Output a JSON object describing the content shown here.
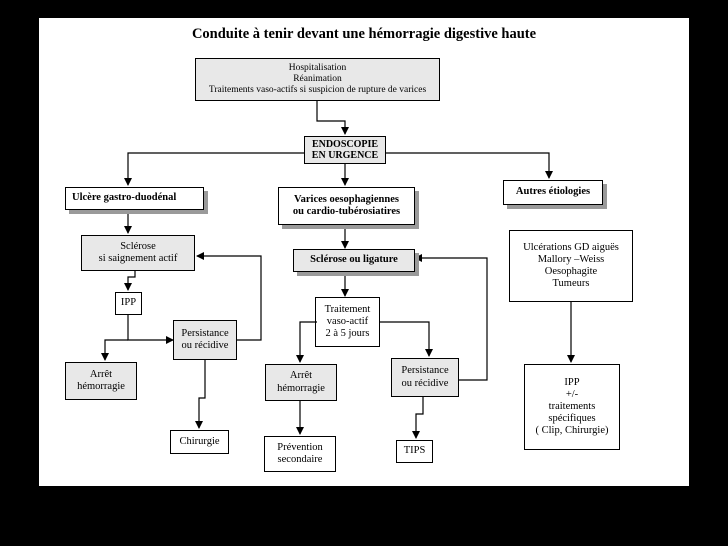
{
  "title": "Conduite à tenir devant une hémorragie digestive haute",
  "nodes": {
    "hospitalisation": "Hospitalisation\nRéanimation\nTraitements vaso-actifs si suspicion de rupture de varices",
    "endoscopie": "ENDOSCOPIE\nEN URGENCE",
    "ulcere": "Ulcère gastro-duodénal",
    "varices": "Varices oesophagiennes\nou cardio-tubérosiatires",
    "autres": "Autres étiologies",
    "sclerose_ulcere": "Sclérose\nsi saignement actif",
    "ipp": "IPP",
    "persistance_ulcere": "Persistance\nou récidive",
    "arret_ulcere": "Arrêt\nhémorragie",
    "chirurgie": "Chirurgie",
    "sclerose_ligature": "Sclérose ou ligature",
    "traitement_vaso": "Traitement\nvaso-actif\n2 à 5 jours",
    "arret_varices": "Arrêt\nhémorragie",
    "persistance_varices": "Persistance\nou récidive",
    "prevention": "Prévention\nsecondaire",
    "tips": "TIPS",
    "etiologies_list": "Ulcérations GD aiguës\nMallory –Weiss\nOesophagite\nTumeurs",
    "ipp_traitements": "IPP\n+/-\ntraitements\nspécifiques\n( Clip, Chirurgie)"
  }
}
